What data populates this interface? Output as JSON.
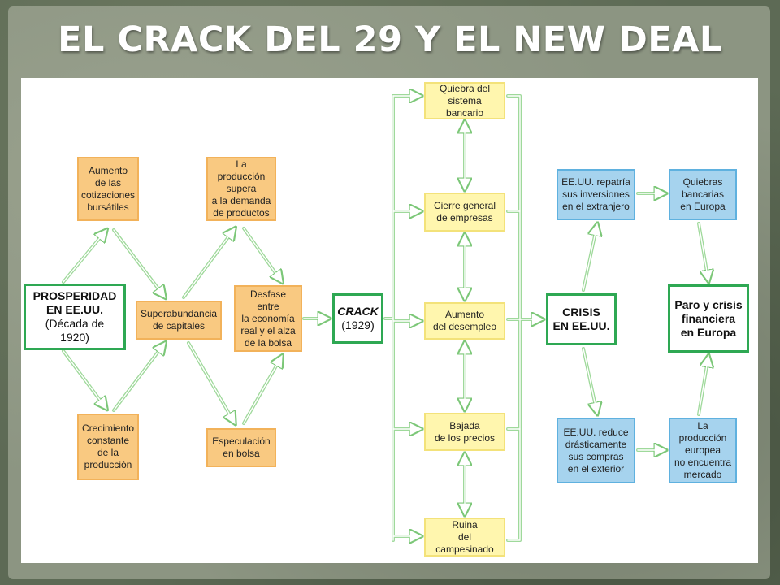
{
  "title": "EL CRACK DEL 29 Y EL NEW DEAL",
  "colors": {
    "orange_fill": "#f9c981",
    "yellow_fill": "#fff6ae",
    "blue_fill": "#a6d3ee",
    "green_border": "#2ea853",
    "arrow_stroke": "#9fd99b"
  },
  "nodes": {
    "prosperidad": {
      "line1": "PROSPERIDAD",
      "line2": "EN EE.UU.",
      "line3": "(Década de 1920)"
    },
    "aumento_cotizaciones": {
      "lines": [
        "Aumento",
        "de las",
        "cotizaciones",
        "bursátiles"
      ]
    },
    "crecimiento": {
      "lines": [
        "Crecimiento",
        "constante",
        "de la",
        "producción"
      ]
    },
    "superabundancia": {
      "lines": [
        "Superabundancia",
        "de capitales"
      ]
    },
    "produccion_supera": {
      "lines": [
        "La producción",
        "supera",
        "a la demanda",
        "de productos"
      ]
    },
    "especulacion": {
      "lines": [
        "Especulación",
        "en bolsa"
      ]
    },
    "desfase": {
      "lines": [
        "Desfase entre",
        "la economía",
        "real y el alza",
        "de la bolsa"
      ]
    },
    "crack": {
      "line1": "CRACK",
      "line2": "(1929)"
    },
    "quiebra_bancario": {
      "lines": [
        "Quiebra del",
        "sistema bancario"
      ]
    },
    "cierre_empresas": {
      "lines": [
        "Cierre general",
        "de empresas"
      ]
    },
    "aumento_desempleo": {
      "lines": [
        "Aumento",
        "del desempleo"
      ]
    },
    "bajada_precios": {
      "lines": [
        "Bajada",
        "de los precios"
      ]
    },
    "ruina": {
      "lines": [
        "Ruina",
        "del campesinado"
      ]
    },
    "crisis": {
      "line1": "CRISIS",
      "line2": "EN EE.UU."
    },
    "repatria": {
      "lines": [
        "EE.UU. repatría",
        "sus inversiones",
        "en el extranjero"
      ]
    },
    "reduce": {
      "lines": [
        "EE.UU. reduce",
        "drásticamente",
        "sus compras",
        "en el exterior"
      ]
    },
    "quiebras_europa": {
      "lines": [
        "Quiebras",
        "bancarias",
        "en Europa"
      ]
    },
    "produccion_europea": {
      "lines": [
        "La producción",
        "europea",
        "no encuentra",
        "mercado"
      ]
    },
    "paro": {
      "line1": "Paro y crisis",
      "line2": "financiera",
      "line3": "en Europa"
    }
  }
}
